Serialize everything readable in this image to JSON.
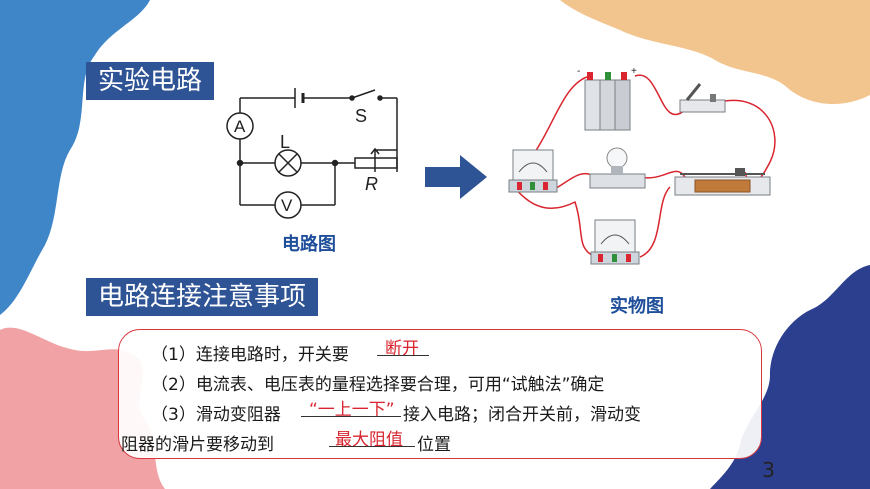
{
  "slide": {
    "section1_title": "实验电路",
    "section2_title": "电路连接注意事项",
    "circuit_caption": "电路图",
    "real_caption": "实物图",
    "page_number": "3"
  },
  "circuit": {
    "ammeter": "A",
    "lamp": "L",
    "voltmeter": "V",
    "switch": "S",
    "rheostat": "R"
  },
  "battery": {
    "minus": "-",
    "plus": "+"
  },
  "notes": {
    "line1_text": "（1）连接电路时，开关要",
    "line1_answer": "断开",
    "line2_text": "（2）电流表、电压表的量程选择要合理，可用“试触法”确定",
    "line3_text_a": "（3）滑动变阻器",
    "line3_answer": "“一上一下”",
    "line3_text_b": "接入电路；闭合开关前，滑动变",
    "line4_text_a": "阻器的滑片要移动到",
    "line4_answer": "最大阻值",
    "line4_text_b": "位置"
  },
  "colors": {
    "title_bg": "#2f5496",
    "answer": "#d9252f",
    "border": "#d9363e",
    "caption": "#1f4e9a"
  }
}
